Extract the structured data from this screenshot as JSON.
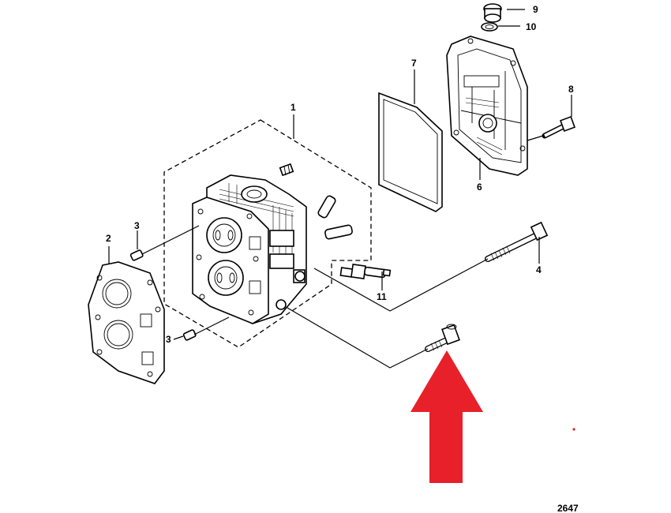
{
  "diagram": {
    "figure_number": "2647",
    "callouts": [
      {
        "id": "cyl-head",
        "label": "1"
      },
      {
        "id": "head-gasket",
        "label": "2"
      },
      {
        "id": "dowel-pin-upper",
        "label": "3"
      },
      {
        "id": "dowel-pin-lower",
        "label": "3"
      },
      {
        "id": "long-bolt",
        "label": "4"
      },
      {
        "id": "cover",
        "label": "6"
      },
      {
        "id": "cover-gasket",
        "label": "7"
      },
      {
        "id": "cover-bolt",
        "label": "8"
      },
      {
        "id": "plug",
        "label": "9"
      },
      {
        "id": "plug-washer",
        "label": "10"
      },
      {
        "id": "spark-plug",
        "label": "11"
      }
    ],
    "highlight": {
      "color": "#e8202a",
      "points_to": "short bolt"
    }
  }
}
